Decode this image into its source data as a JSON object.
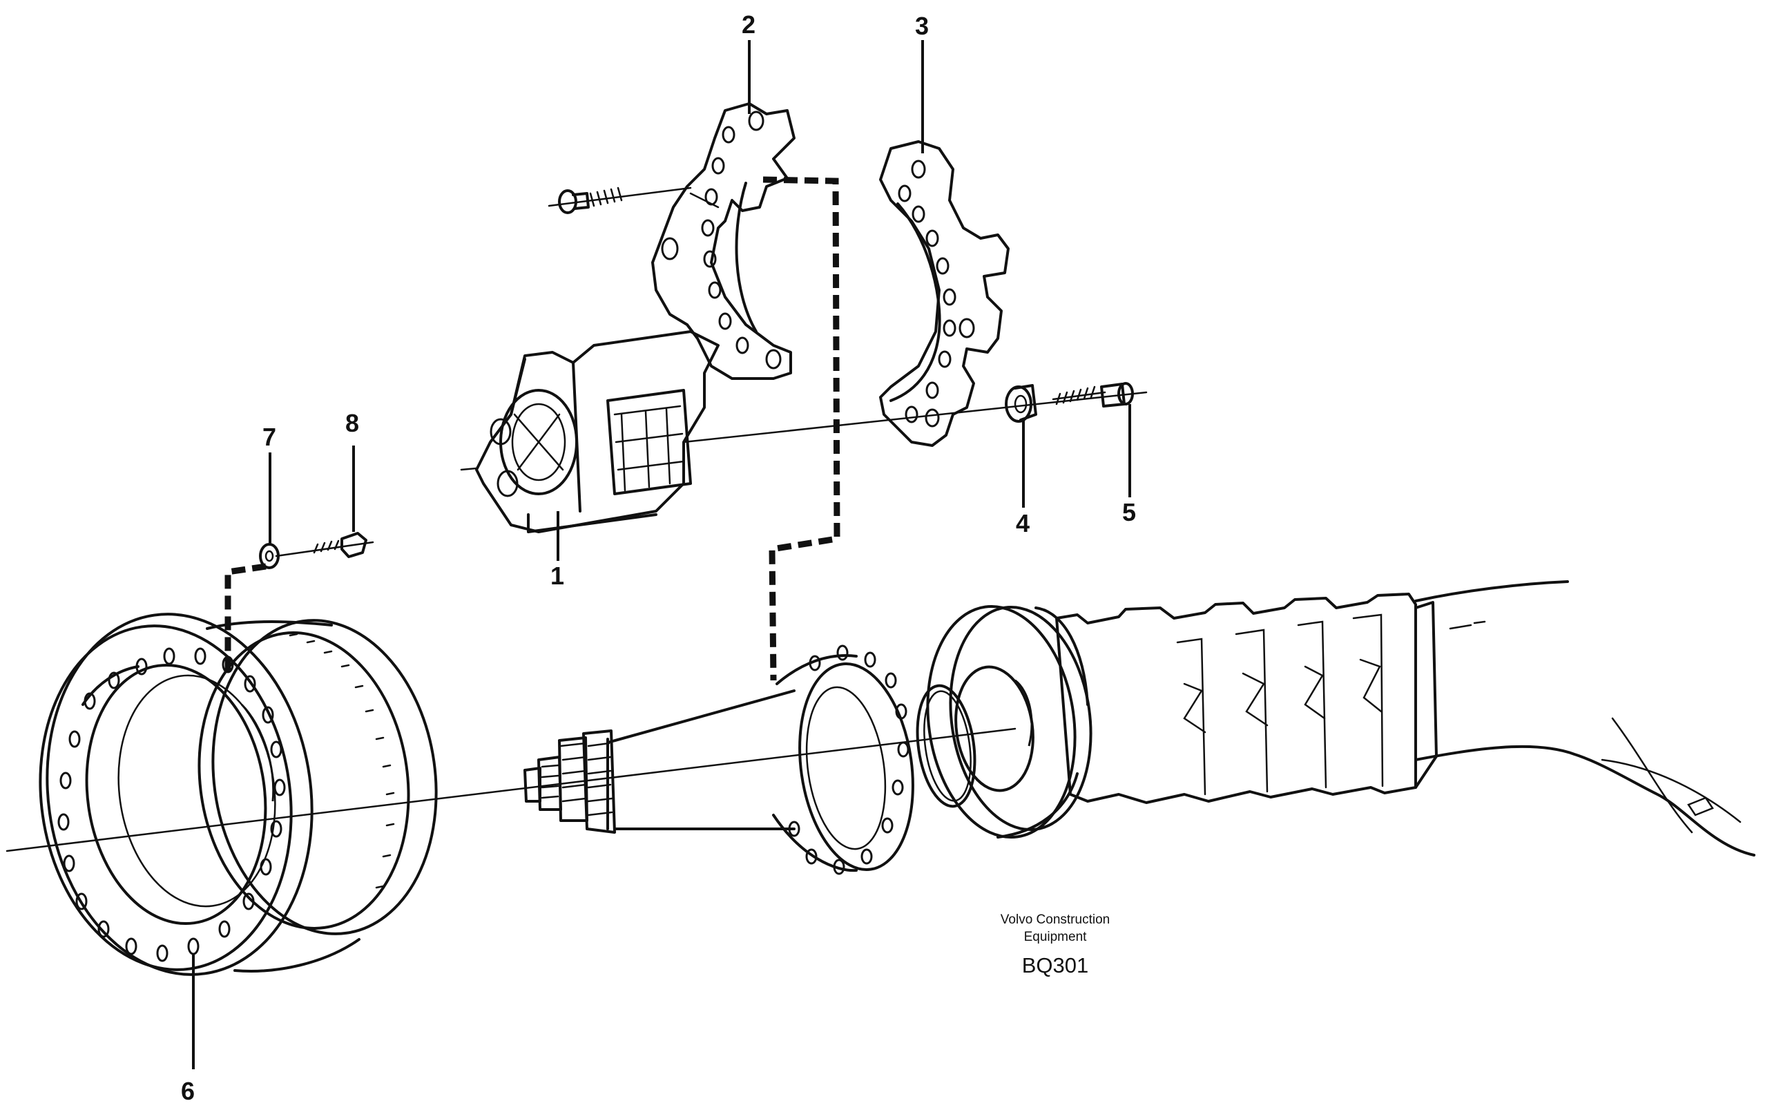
{
  "callouts": {
    "c1": "1",
    "c2": "2",
    "c3": "3",
    "c4": "4",
    "c5": "5",
    "c6": "6",
    "c7": "7",
    "c8": "8"
  },
  "credit": {
    "line1": "Volvo Construction",
    "line2": "Equipment",
    "code": "BQ301"
  }
}
